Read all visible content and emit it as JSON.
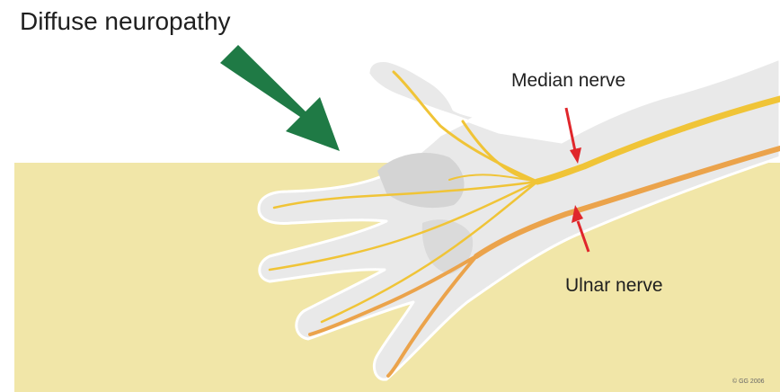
{
  "title": "Diffuse neuropathy",
  "labels": {
    "median_nerve": "Median nerve",
    "ulnar_nerve": "Ulnar nerve",
    "copyright": "© GG 2006"
  },
  "icons": {
    "arrow": "green-arrow-icon",
    "markers": "red-arrow-icon"
  },
  "colors": {
    "background_band": "#f1e6a8",
    "skin": "#e9e9e9",
    "skin_outline": "#ffffff",
    "bone_shadow": "#d3d3d3",
    "median_nerve": "#f0c437",
    "ulnar_nerve": "#eba34b",
    "arrow_green": "#1f7a45",
    "marker_red": "#e0262b"
  }
}
